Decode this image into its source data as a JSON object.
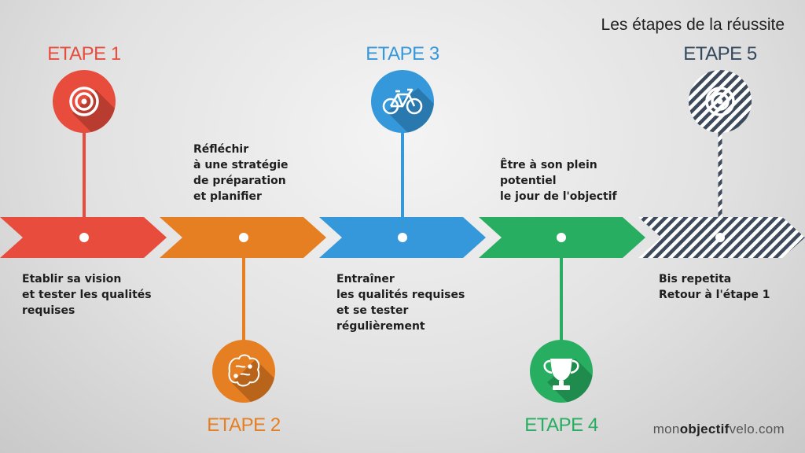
{
  "title": "Les étapes de la réussite",
  "steps": [
    {
      "label": "ETAPE 1",
      "color": "#e74c3c",
      "icon": "target-icon",
      "text": "Etablir sa vision\net tester les qualités\nrequises"
    },
    {
      "label": "ETAPE 2",
      "color": "#e67e22",
      "icon": "brain-icon",
      "text": "Réfléchir\nà une stratégie\nde préparation\net planifier"
    },
    {
      "label": "ETAPE 3",
      "color": "#3498db",
      "icon": "bicycle-icon",
      "text": "Entraîner\nles qualités requises\net se tester\nrégulièrement"
    },
    {
      "label": "ETAPE 4",
      "color": "#27ae60",
      "icon": "trophy-icon",
      "text": "Être à son plein\npotentiel\nle jour de l'objectif"
    },
    {
      "label": "ETAPE 5",
      "color": "#2c3e50",
      "icon": "target-icon",
      "text": "Bis repetita\nRetour à l'étape 1"
    }
  ],
  "watermark": {
    "part1": "mon",
    "part2": "objectif",
    "part3": "velo.com"
  }
}
